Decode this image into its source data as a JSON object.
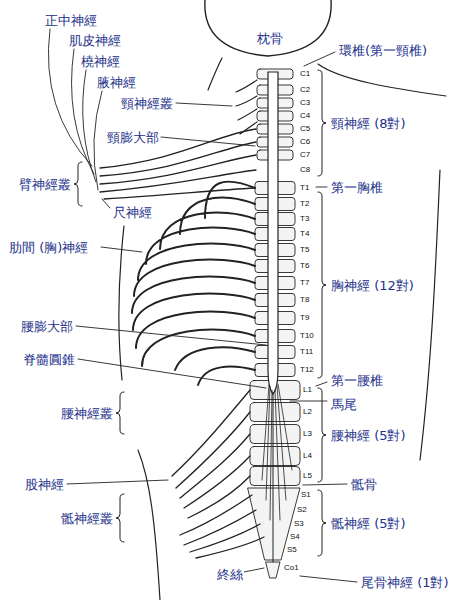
{
  "diagram": {
    "labels": [
      "正中神經",
      "肌皮神經",
      "橈神經",
      "腋神經",
      "頸神經叢",
      "頸膨大部",
      "臂神經叢",
      "尺神經",
      "肋間 (胸)神經",
      "腰膨大部",
      "脊髓圓錐",
      "腰神經叢",
      "股神經",
      "骶神經叢",
      "終絲",
      "枕骨",
      "環椎(第一頸椎)",
      "頸神經 (8對)",
      "第一胸椎",
      "胸神經 (12對)",
      "第一腰椎",
      "馬尾",
      "腰神經 (5對)",
      "骶骨",
      "骶神經 (5對)",
      "尾骨神經 (1對)",
      "C1",
      "C2",
      "C3",
      "C4",
      "C5",
      "C6",
      "C7",
      "C8",
      "T1",
      "T2",
      "T3",
      "T4",
      "T5",
      "T6",
      "T7",
      "T8",
      "T9",
      "T10",
      "T11",
      "T12",
      "L1",
      "L2",
      "L3",
      "L4",
      "L5",
      "S1",
      "S2",
      "S3",
      "S4",
      "S5",
      "Co1"
    ]
  }
}
